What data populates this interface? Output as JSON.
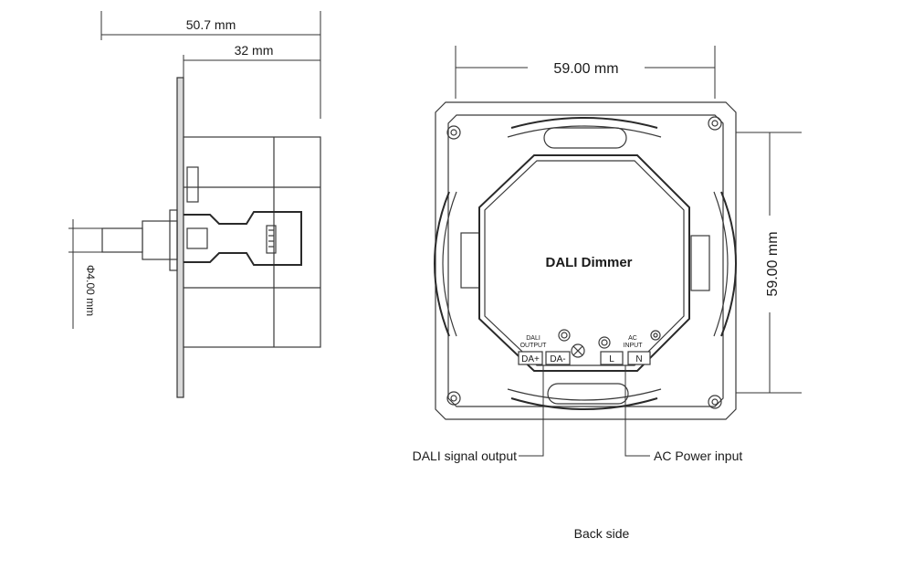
{
  "side_view": {
    "dim_total": "50.7 mm",
    "dim_body": "32 mm",
    "dim_shaft": "Φ4.00 mm"
  },
  "back_view": {
    "dim_width": "59.00 mm",
    "dim_height": "59.00 mm",
    "module_label": "DALI Dimmer",
    "dali_output_line1": "DALI",
    "dali_output_line2": "OUTPUT",
    "ac_input_line1": "AC",
    "ac_input_line2": "INPUT",
    "terminal_da_plus": "DA+",
    "terminal_da_minus": "DA-",
    "terminal_l": "L",
    "terminal_n": "N",
    "callout_dali": "DALI signal output",
    "callout_ac": "AC Power input",
    "caption": "Back side"
  }
}
